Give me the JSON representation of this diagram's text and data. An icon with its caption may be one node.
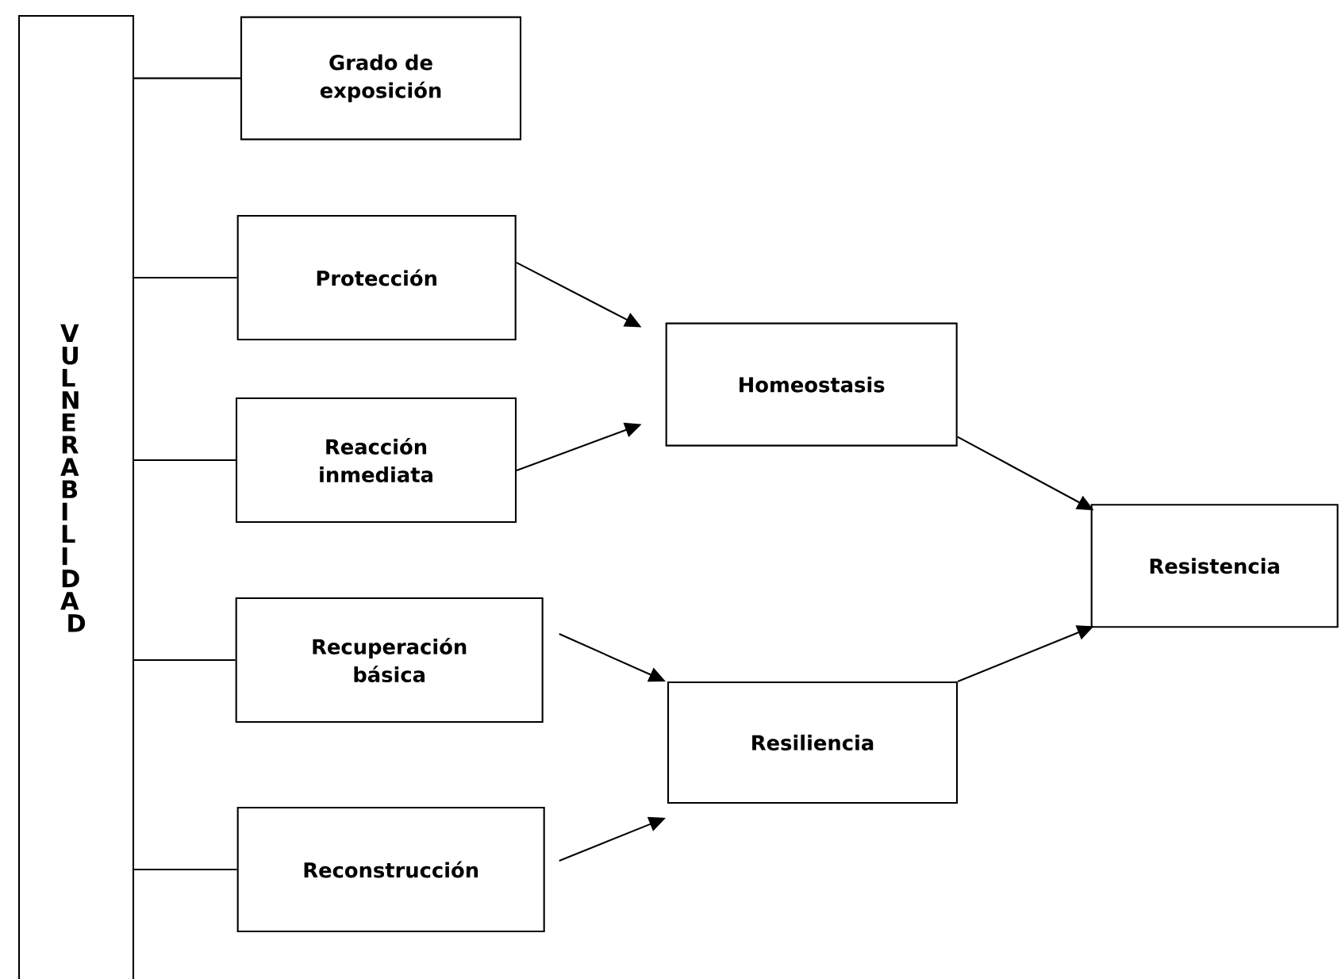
{
  "diagram": {
    "nodes": [
      {
        "text": [
          "VULNERABILIDAD"
        ]
      },
      {
        "text": [
          "Grado de exposición"
        ]
      },
      {
        "text": [
          "Protección"
        ]
      },
      {
        "text": [
          "Reacción inmediata"
        ]
      },
      {
        "text": [
          "Recuperación básica"
        ]
      },
      {
        "text": [
          "Reconstrucción"
        ]
      },
      {
        "text": [
          "Homeostasis"
        ]
      },
      {
        "text": [
          "Resiliencia"
        ]
      },
      {
        "text": [
          "Resistencia"
        ]
      }
    ],
    "edges": [
      {
        "from": 0,
        "to": 1,
        "arrow": "none"
      },
      {
        "from": 0,
        "to": 2,
        "arrow": "none"
      },
      {
        "from": 0,
        "to": 3,
        "arrow": "none"
      },
      {
        "from": 0,
        "to": 4,
        "arrow": "none"
      },
      {
        "from": 0,
        "to": 5,
        "arrow": "none"
      },
      {
        "from": 2,
        "to": 6,
        "arrow": "to"
      },
      {
        "from": 3,
        "to": 6,
        "arrow": "to"
      },
      {
        "from": 4,
        "to": 7,
        "arrow": "to"
      },
      {
        "from": 5,
        "to": 7,
        "arrow": "to"
      },
      {
        "from": 6,
        "to": 8,
        "arrow": "to"
      },
      {
        "from": 7,
        "to": 8,
        "arrow": "to"
      }
    ]
  }
}
